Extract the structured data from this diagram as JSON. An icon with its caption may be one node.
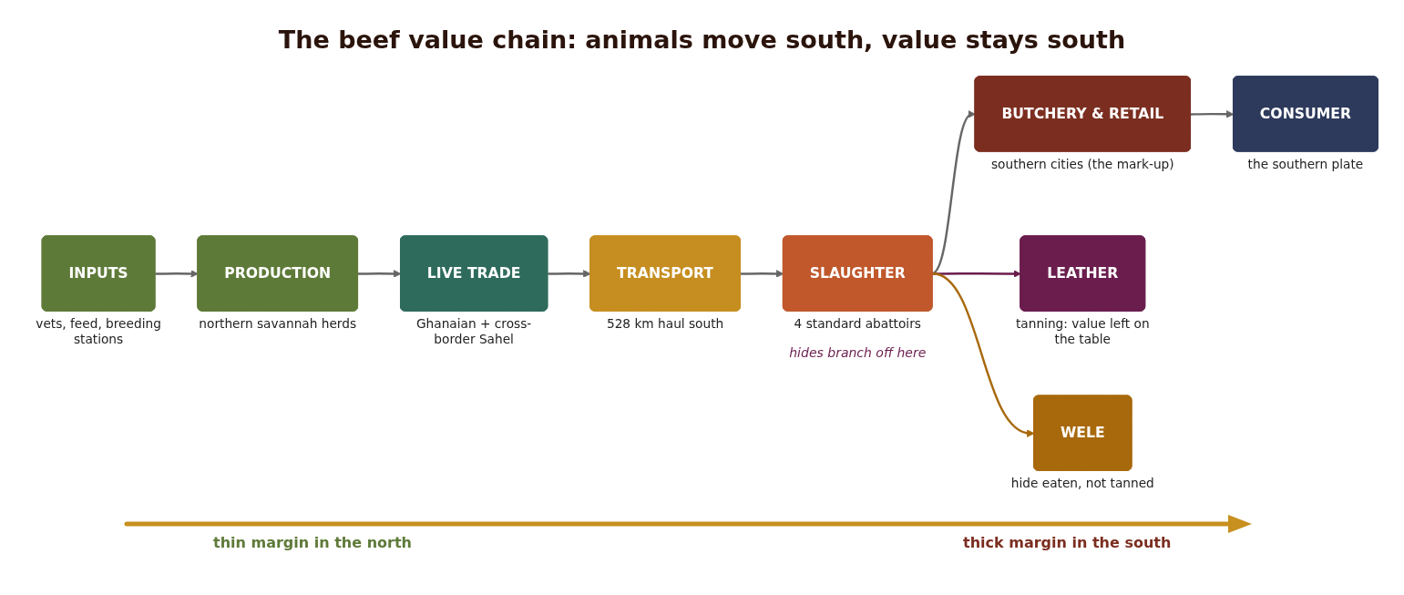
{
  "diagram": {
    "title": "The beef value chain: animals move south, value stays south",
    "nodes": [
      {
        "text": [
          "INPUTS"
        ],
        "beside": [
          "vets, feed, breeding stations"
        ]
      },
      {
        "text": [
          "PRODUCTION"
        ],
        "beside": [
          "northern savannah herds"
        ]
      },
      {
        "text": [
          "LIVE TRADE"
        ],
        "beside": [
          "Ghanaian + cross-border Sahel"
        ]
      },
      {
        "text": [
          "TRANSPORT"
        ],
        "beside": [
          "528 km haul south"
        ]
      },
      {
        "text": [
          "SLAUGHTER"
        ],
        "beside": [
          "4 standard abattoirs"
        ]
      },
      {
        "text": [
          "BUTCHERY & RETAIL"
        ],
        "beside": [
          "southern cities (the mark-up)"
        ]
      },
      {
        "text": [
          "CONSUMER"
        ],
        "beside": [
          "the southern plate"
        ]
      },
      {
        "text": [
          "LEATHER"
        ],
        "beside": [
          "tanning: value left on the table"
        ]
      },
      {
        "text": [
          "WELE"
        ],
        "beside": [
          "hide eaten, not tanned"
        ]
      }
    ],
    "edges": [
      {
        "from": 0,
        "to": 1,
        "arrow": "to"
      },
      {
        "from": 1,
        "to": 2,
        "arrow": "to"
      },
      {
        "from": 2,
        "to": 3,
        "arrow": "to"
      },
      {
        "from": 3,
        "to": 4,
        "arrow": "to"
      },
      {
        "from": 4,
        "to": 5,
        "arrow": "to"
      },
      {
        "from": 5,
        "to": 6,
        "arrow": "to"
      },
      {
        "from": 4,
        "to": 7,
        "arrow": "to",
        "color": "#6b1d4e"
      },
      {
        "from": 4,
        "to": 8,
        "arrow": "to",
        "color": "#a8690c"
      }
    ],
    "labels": [
      "hides branch off here",
      "thin margin in the north",
      "thick margin in the south"
    ]
  }
}
